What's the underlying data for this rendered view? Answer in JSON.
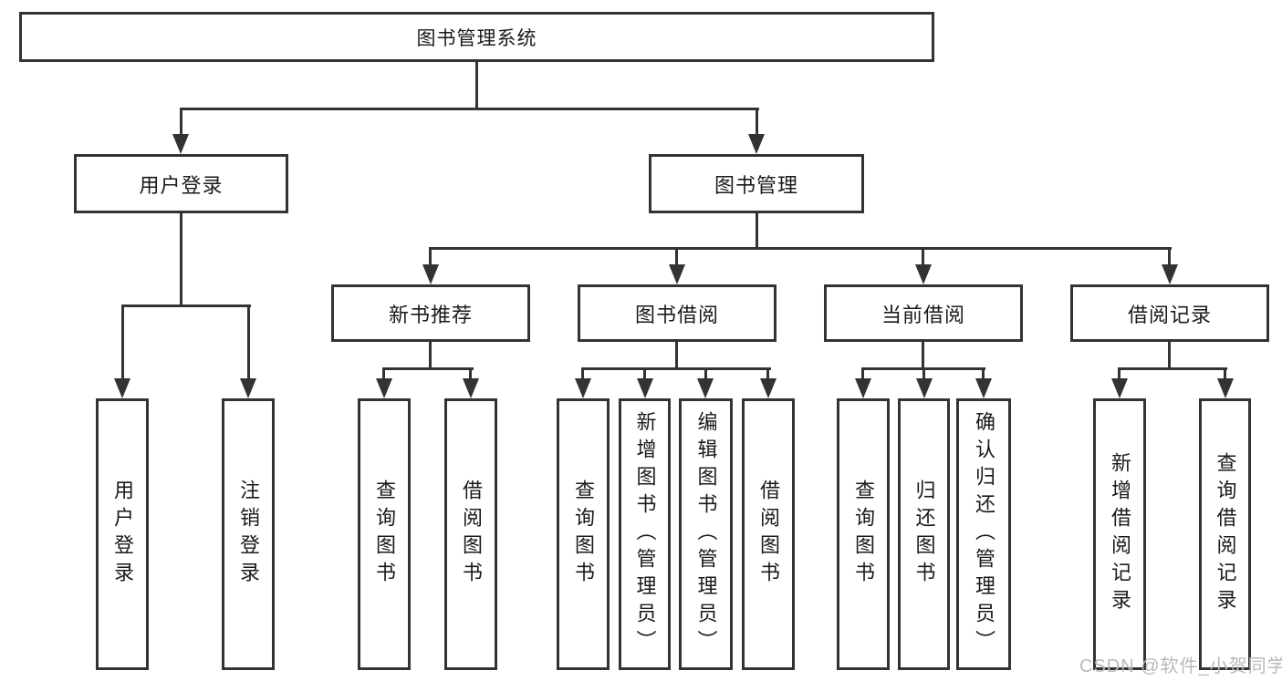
{
  "colors": {
    "background": "#ffffff",
    "line": "#333333",
    "text": "#1a1a1a",
    "watermark": "#b9b9bb"
  },
  "watermark": {
    "text": "CSDN @软件_小贺同学"
  },
  "tree": {
    "root": "图书管理系统",
    "level2": [
      "用户登录",
      "图书管理"
    ],
    "level3": [
      "新书推荐",
      "图书借阅",
      "当前借阅",
      "借阅记录"
    ],
    "leaves_user_login": [
      "用户登录",
      "注销登录"
    ],
    "leaves_new_book": [
      "查询图书",
      "借阅图书"
    ],
    "leaves_book_borrow": [
      "查询图书",
      "新增图书（管理员）",
      "编辑图书（管理员）",
      "借阅图书"
    ],
    "leaves_current_borrow": [
      "查询图书",
      "归还图书",
      "确认归还（管理员）"
    ],
    "leaves_borrow_records": [
      "新增借阅记录",
      "查询借阅记录"
    ]
  }
}
